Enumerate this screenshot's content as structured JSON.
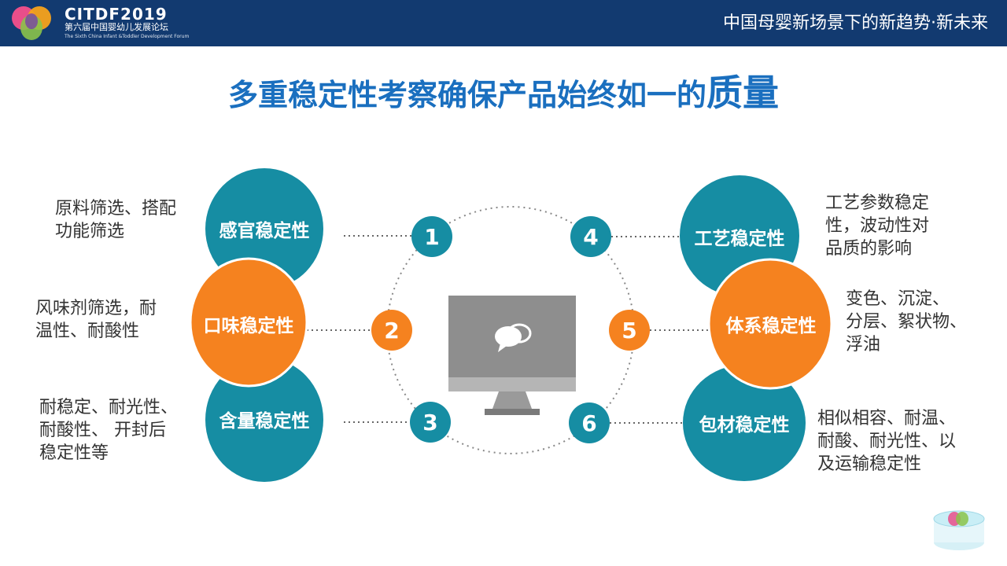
{
  "header": {
    "logo_title": "CITDF2019",
    "logo_subtitle": "第六届中国婴幼儿发展论坛",
    "logo_subtitle_en": "The Sixth China Infant &Toddler Development Forum",
    "slogan": "中国母婴新场景下的新趋势·新未来"
  },
  "title": {
    "main": "多重稳定性考察确保产品始终如一的",
    "emphasis": "质量"
  },
  "colors": {
    "header": "#123a70",
    "teal": "#168da3",
    "orange": "#f5821f",
    "title_blue": "#1a6fbf"
  },
  "center_icon": "monitor-chat-icon",
  "items": [
    {
      "number": "1",
      "label": "感官稳定性",
      "color": "teal",
      "desc": "原料筛选、搭配\n功能筛选"
    },
    {
      "number": "2",
      "label": "口味稳定性",
      "color": "orange",
      "desc": "风味剂筛选，耐\n温性、耐酸性"
    },
    {
      "number": "3",
      "label": "含量稳定性",
      "color": "teal",
      "desc": "耐稳定、耐光性、\n耐酸性、 开封后\n稳定性等"
    },
    {
      "number": "4",
      "label": "工艺稳定性",
      "color": "teal",
      "desc": "工艺参数稳定\n性，波动性对\n品质的影响"
    },
    {
      "number": "5",
      "label": "体系稳定性",
      "color": "orange",
      "desc": "变色、沉淀、\n分层、絮状物、\n浮油"
    },
    {
      "number": "6",
      "label": "包材稳定性",
      "color": "teal",
      "desc": "相似相容、耐温、\n耐酸、耐光性、以\n及运输稳定性"
    }
  ]
}
